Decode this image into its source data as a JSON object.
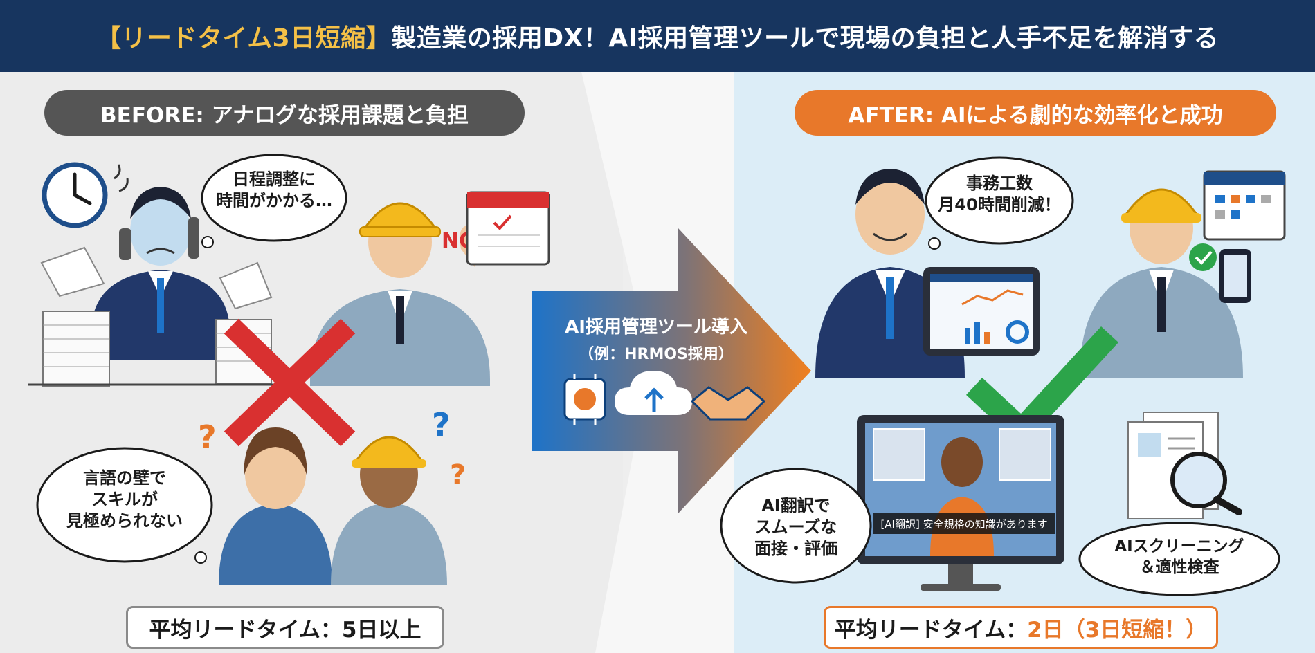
{
  "header": {
    "highlight": "【リードタイム3日短縮】",
    "title": "製造業の採用DX！AI採用管理ツールで現場の負担と人手不足を解消する"
  },
  "before": {
    "label": "BEFORE: アナログな採用課題と負担",
    "bubble_schedule": [
      "日程調整に",
      "時間がかかる…"
    ],
    "no_text": "NO",
    "bubble_language": [
      "言語の壁で",
      "スキルが",
      "見極められない"
    ],
    "footer": "平均リードタイム：5日以上"
  },
  "middle": {
    "title": "AI採用管理ツール導入",
    "subtitle": "（例：HRMOS採用）"
  },
  "after": {
    "label": "AFTER: AIによる劇的な効率化と成功",
    "bubble_work": [
      "事務工数",
      "月40時間削減！"
    ],
    "bubble_translate": [
      "AI翻訳で",
      "スムーズな",
      "面接・評価"
    ],
    "subtitle_caption": "[AI翻訳] 安全規格の知識があります",
    "bubble_screening": [
      "AIスクリーニング",
      "＆適性検査"
    ],
    "footer_prefix": "平均リードタイム：",
    "footer_value": "2日（3日短縮！）"
  },
  "colors": {
    "navy": "#17355f",
    "gold": "#f4c047",
    "orange": "#e8782a",
    "blue": "#1e73c8",
    "red": "#d93030",
    "green": "#2ca44a"
  }
}
